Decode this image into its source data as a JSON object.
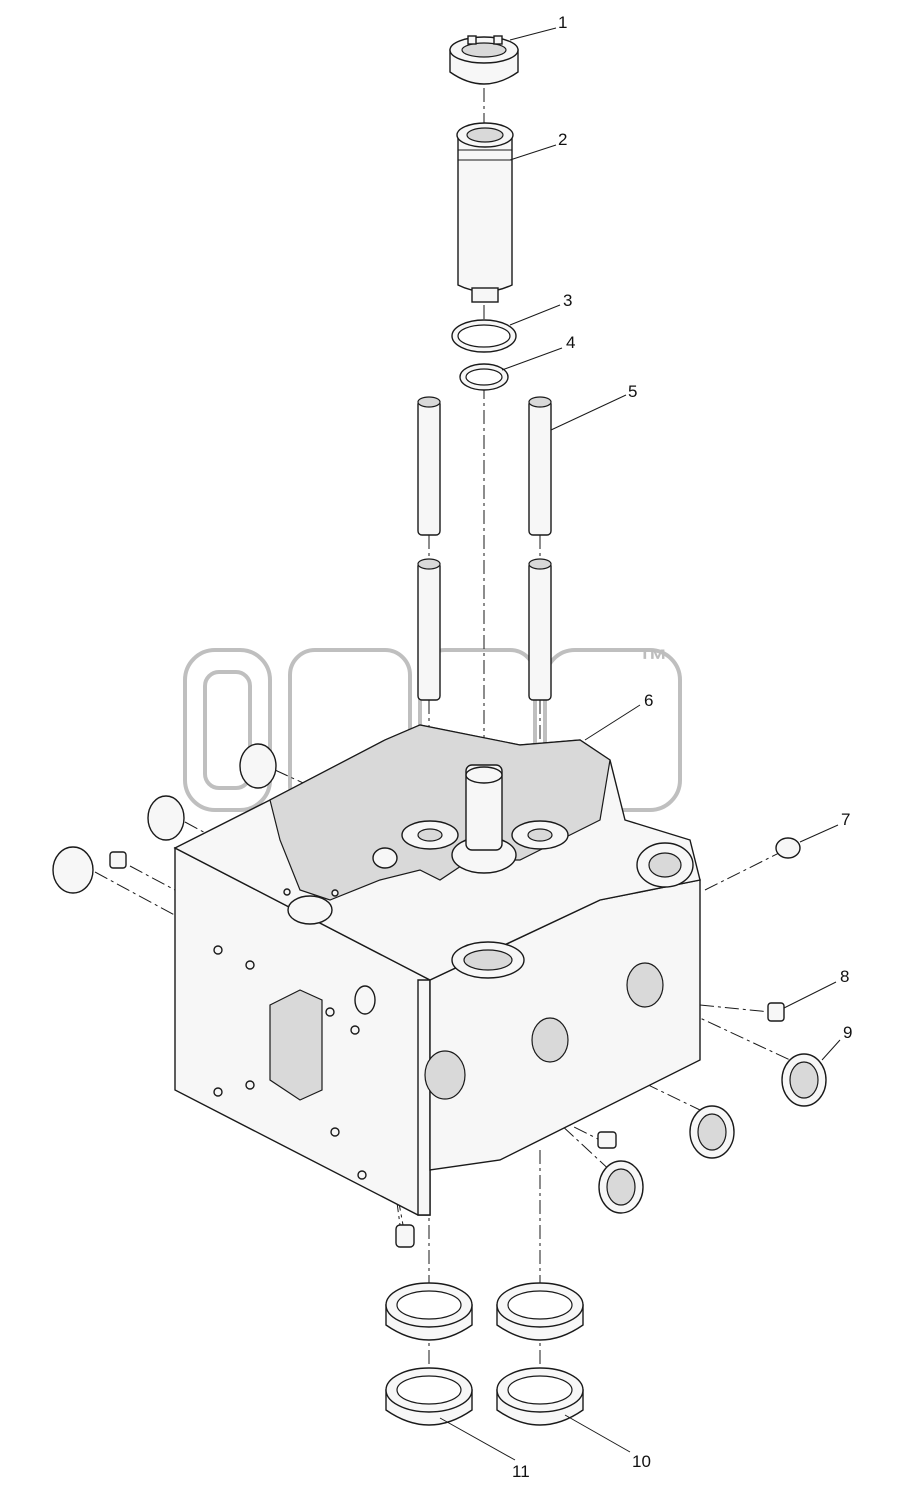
{
  "watermark": {
    "mark": "™"
  },
  "callouts": [
    {
      "id": "1",
      "label": "1"
    },
    {
      "id": "2",
      "label": "2"
    },
    {
      "id": "3",
      "label": "3"
    },
    {
      "id": "4",
      "label": "4"
    },
    {
      "id": "5",
      "label": "5"
    },
    {
      "id": "6",
      "label": "6"
    },
    {
      "id": "7",
      "label": "7"
    },
    {
      "id": "8",
      "label": "8"
    },
    {
      "id": "9",
      "label": "9"
    },
    {
      "id": "10",
      "label": "10"
    },
    {
      "id": "11",
      "label": "11"
    }
  ]
}
